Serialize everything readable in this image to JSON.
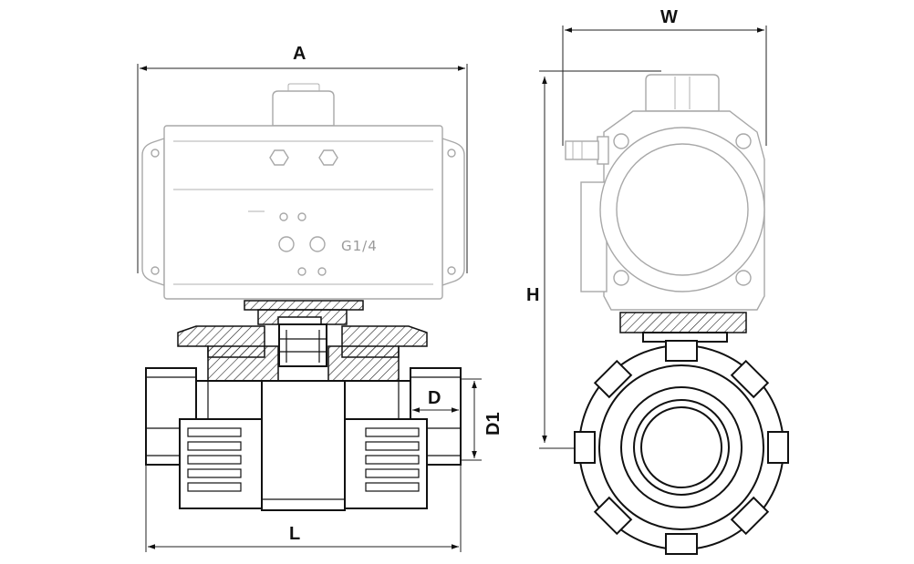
{
  "dimensions": {
    "A": "A",
    "W": "W",
    "H": "H",
    "L": "L",
    "D": "D",
    "D1": "D1"
  },
  "port_label": "G1/4",
  "colors": {
    "actuator_outline": "#a8a8a8",
    "body_outline": "#111111",
    "dimension_line": "#222222",
    "background": "#ffffff"
  }
}
